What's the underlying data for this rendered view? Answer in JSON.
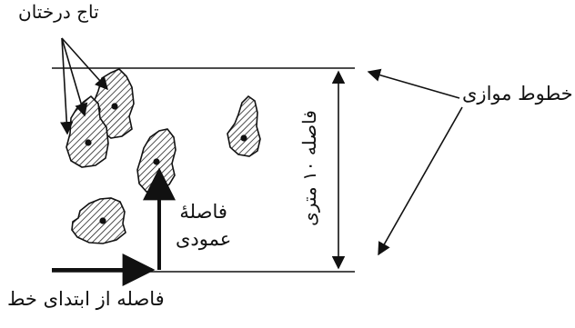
{
  "labels": {
    "tree_crowns": "تاج درختان",
    "parallel_lines": "خطوط موازی",
    "line_spacing": "فاصله ۱۰ متری",
    "perpendicular_distance_line1": "فاصلۀ",
    "perpendicular_distance_line2": "عمودی",
    "distance_from_line_start": "فاصله از ابتدای خط"
  },
  "colors": {
    "ink": "#111111",
    "background": "#ffffff"
  }
}
